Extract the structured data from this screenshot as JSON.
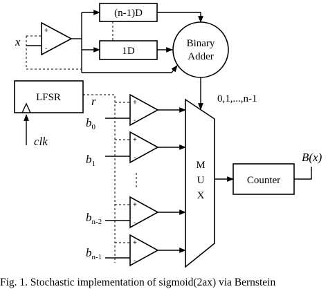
{
  "blocks": {
    "top_delay": "(n-1)D",
    "bottom_delay": "1D",
    "adder_line1": "Binary",
    "adder_line2": "Adder",
    "lfsr": "LFSR",
    "mux_m": "M",
    "mux_u": "U",
    "mux_x": "X",
    "counter": "Counter"
  },
  "signals": {
    "x": "x",
    "clk": "clk",
    "r": "r",
    "select": "0,1,...,n-1",
    "output": "B(x)",
    "b0_base": "b",
    "b0_sub": "0",
    "b1_base": "b",
    "b1_sub": "1",
    "bn2_base": "b",
    "bn2_sub": "n-2",
    "bn1_base": "b",
    "bn1_sub": "n-1"
  },
  "comparator_signs": {
    "plus": "+",
    "minus": "-"
  },
  "caption": "Fig. 1. Stochastic implementation of sigmoid(2ax) via Bernstein"
}
